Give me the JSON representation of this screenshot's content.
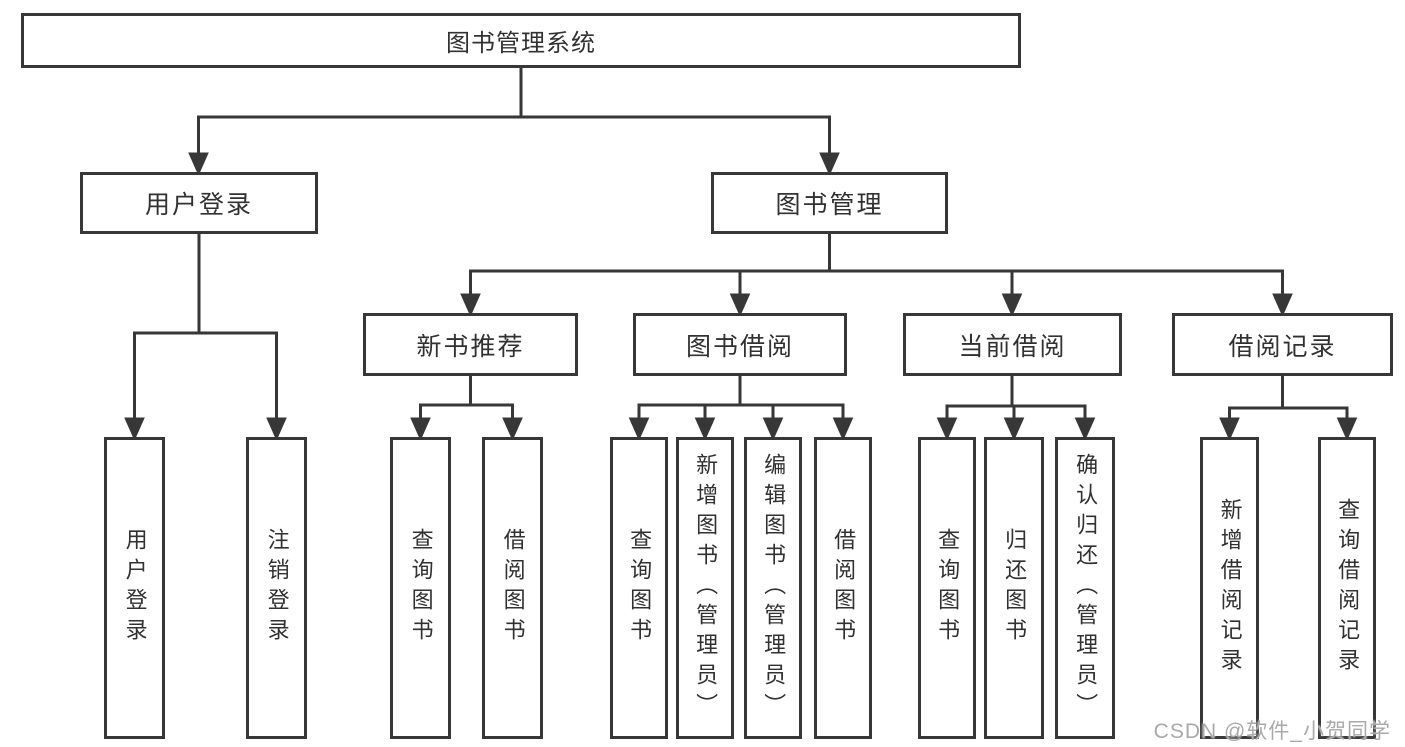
{
  "tree": {
    "root": "图书管理系统",
    "level2": [
      {
        "label": "用户登录"
      },
      {
        "label": "图书管理"
      }
    ],
    "level3": [
      {
        "label": "新书推荐"
      },
      {
        "label": "图书借阅"
      },
      {
        "label": "当前借阅"
      },
      {
        "label": "借阅记录"
      }
    ],
    "leaves": {
      "user_login": [
        "用户登录",
        "注销登录"
      ],
      "new_books": [
        "查询图书",
        "借阅图书"
      ],
      "book_borrow": [
        "查询图书",
        "新增图书（管理员）",
        "编辑图书（管理员）",
        "借阅图书"
      ],
      "current_borrow": [
        "查询图书",
        "归还图书",
        "确认归还（管理员）"
      ],
      "borrow_records": [
        "新增借阅记录",
        "查询借阅记录"
      ]
    }
  },
  "watermark": "CSDN @软件_小贺同学",
  "colors": {
    "line": "#373737",
    "text": "#313131",
    "watermark": "#a9a9a9",
    "background": "#ffffff"
  }
}
